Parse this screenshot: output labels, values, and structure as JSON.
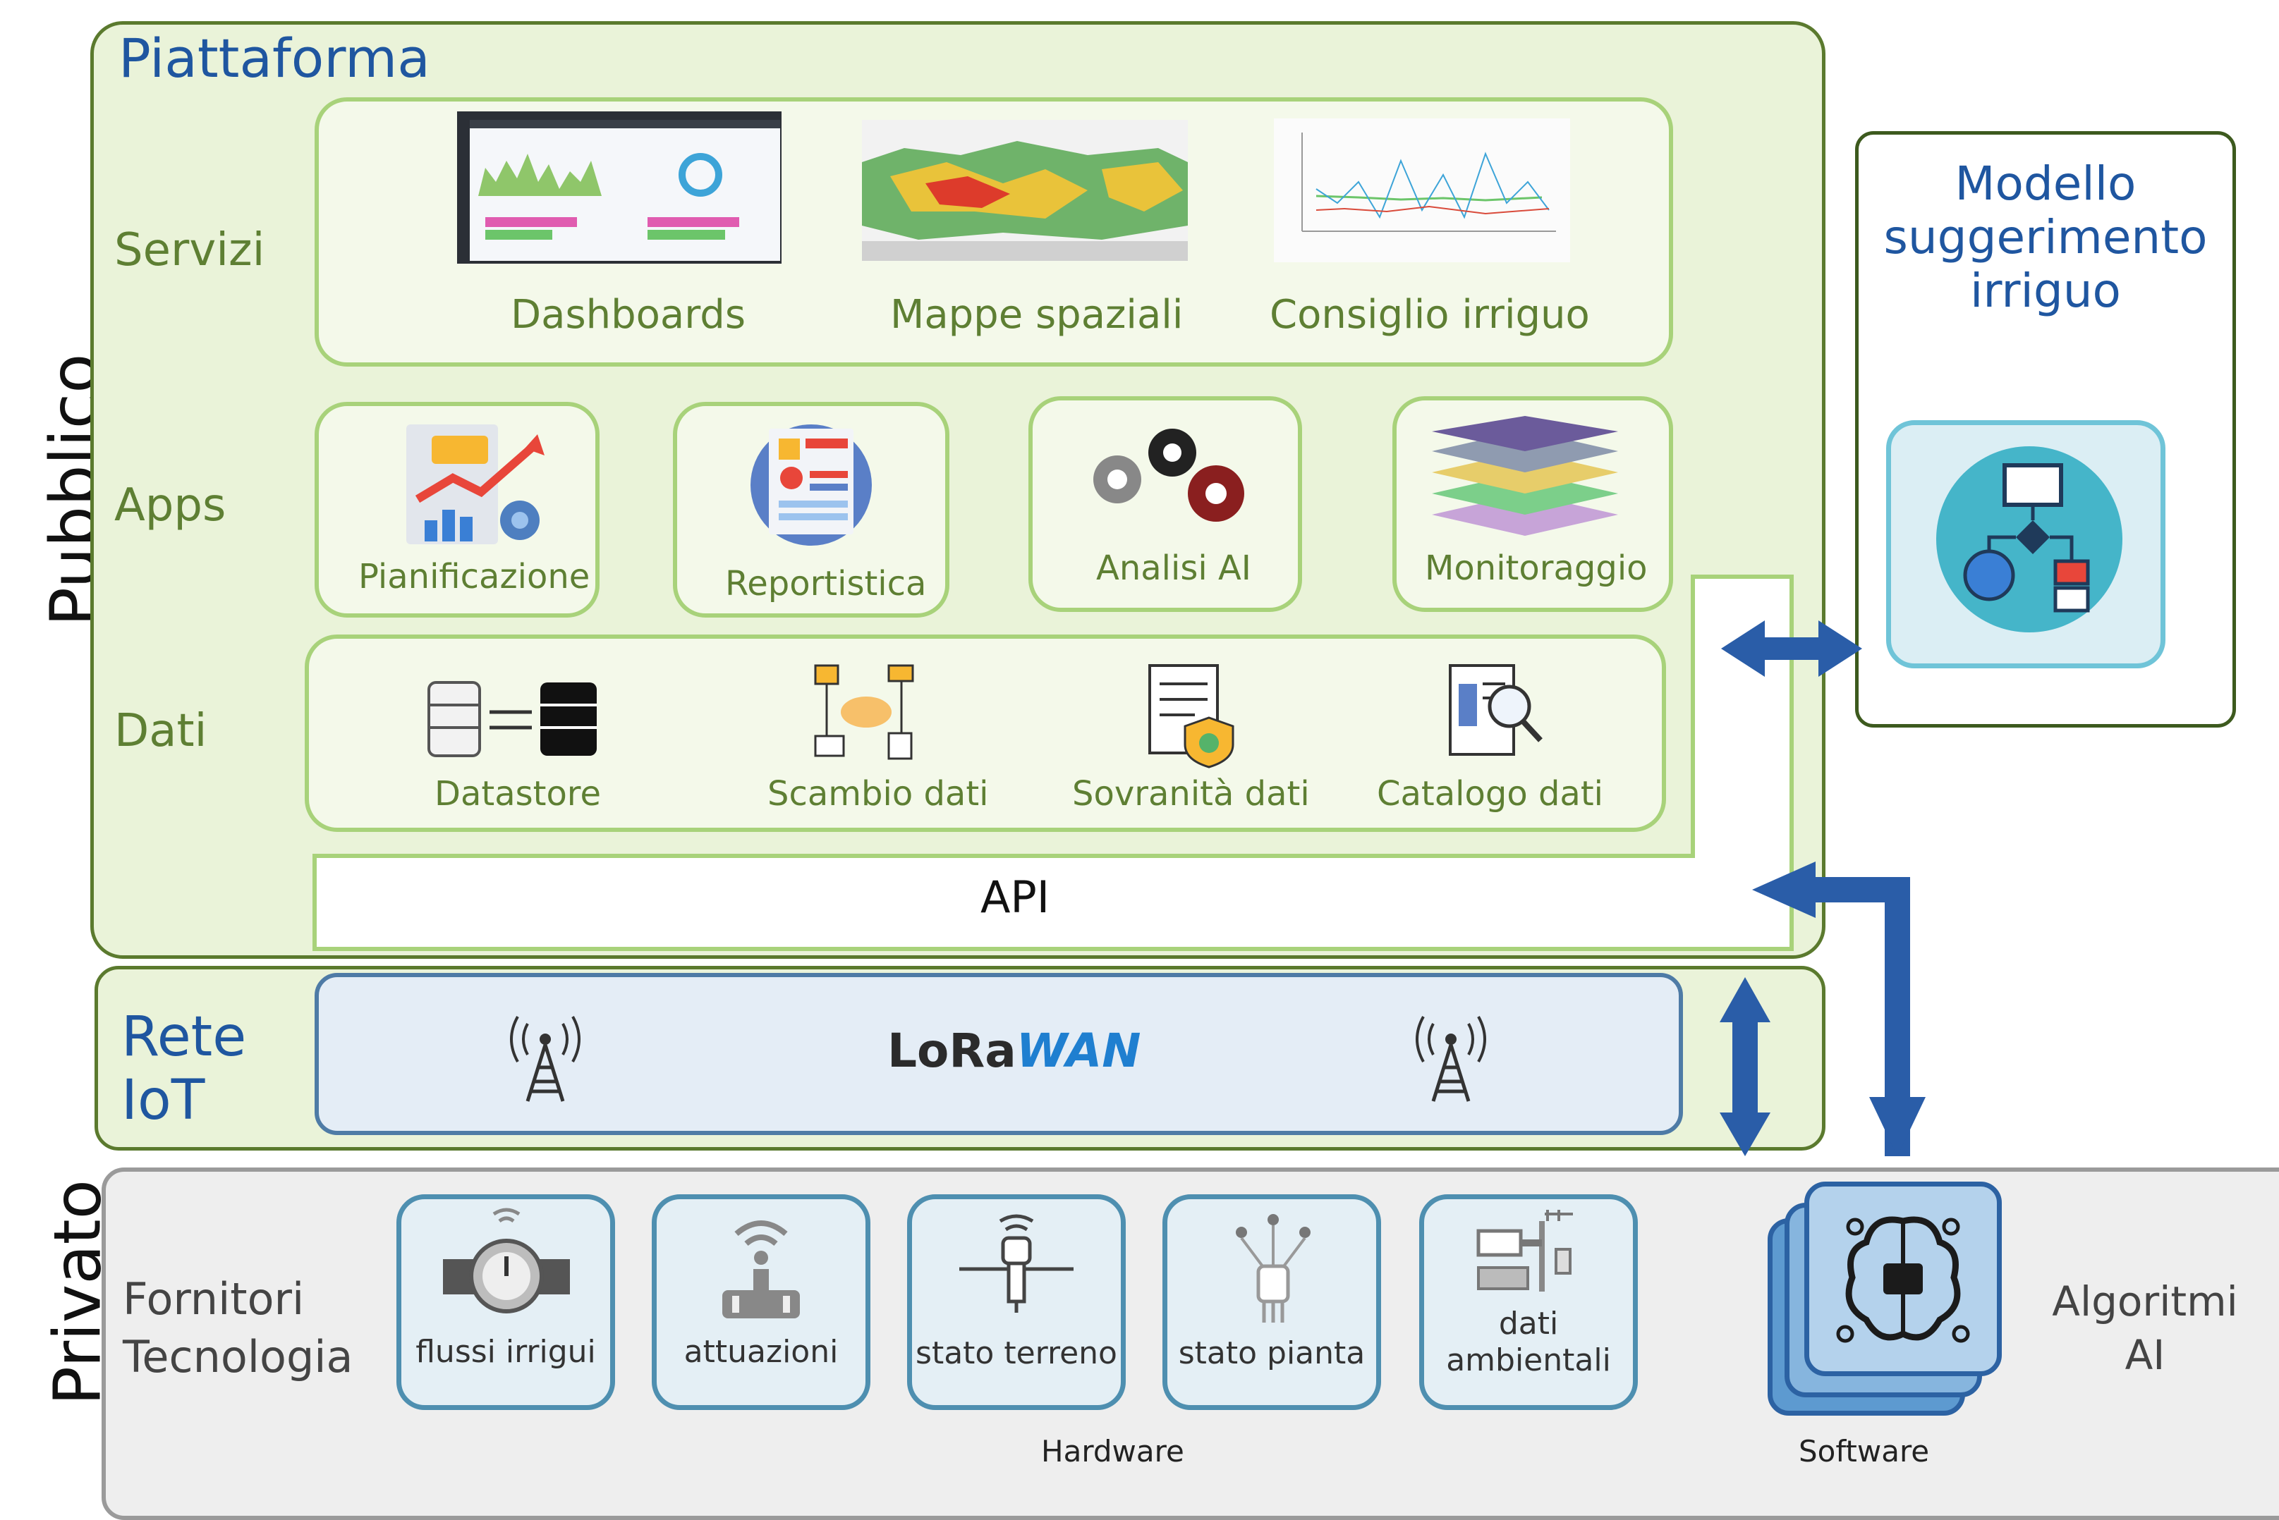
{
  "side_labels": {
    "public": "Pubblico",
    "private": "Privato"
  },
  "platform": {
    "title": "Piattaforma",
    "rows": {
      "services": "Servizi",
      "apps": "Apps",
      "data": "Dati"
    },
    "services": [
      "Dashboards",
      "Mappe spaziali",
      "Consiglio irriguo"
    ],
    "apps": [
      "Pianificazione",
      "Reportistica",
      "Analisi AI",
      "Monitoraggio"
    ],
    "data_items": [
      "Datastore",
      "Scambio dati",
      "Sovranità dati",
      "Catalogo dati"
    ],
    "api": "API"
  },
  "iot": {
    "title_line1": "Rete",
    "title_line2": "IoT",
    "logo_text_1": "LoRa",
    "logo_text_2": "WAN"
  },
  "model": {
    "line1": "Modello",
    "line2": "suggerimento",
    "line3": "irriguo"
  },
  "private_section": {
    "providers_line1": "Fornitori",
    "providers_line2": "Tecnologia",
    "devices": [
      "flussi irrigui",
      "attuazioni",
      "stato terreno",
      "stato pianta",
      "dati ambientali"
    ],
    "hardware_label": "Hardware",
    "software_label": "Software",
    "ai_line1": "Algoritmi",
    "ai_line2": "AI"
  },
  "colors": {
    "green_border": "#5b7a2e",
    "light_green": "#a8d27a",
    "blue_arrow": "#2a5da8",
    "device_border": "#4e8fb0"
  }
}
